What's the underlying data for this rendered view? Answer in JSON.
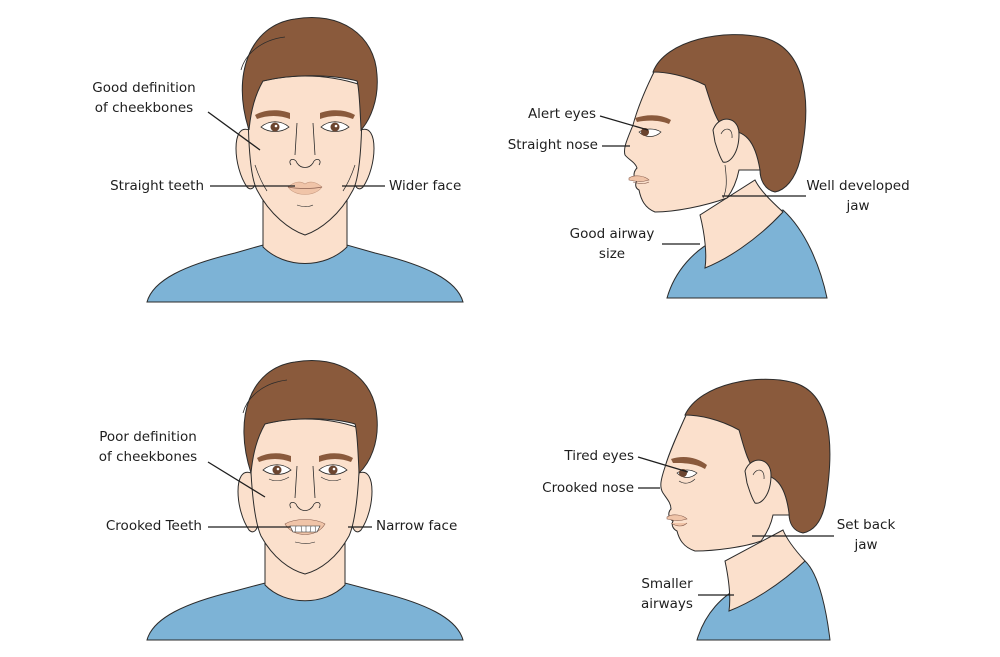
{
  "colors": {
    "skin": "#fbe0cc",
    "skin_shadow": "#f2cfb6",
    "hair": "#8a5a3c",
    "shirt": "#7db3d6",
    "lips": "#f0c4a8",
    "outline": "#2b2b2b",
    "leader": "#1e1e1e",
    "text": "#1e1e1e",
    "background": "#ffffff"
  },
  "panels": {
    "front_good": {
      "labels": {
        "cheekbones": [
          "Good definition",
          "of cheekbones"
        ],
        "teeth": "Straight teeth",
        "face": "Wider face"
      }
    },
    "profile_good": {
      "labels": {
        "eyes": "Alert eyes",
        "nose": "Straight nose",
        "jaw": [
          "Well developed",
          "jaw"
        ],
        "airway": [
          "Good airway",
          "size"
        ]
      }
    },
    "front_poor": {
      "labels": {
        "cheekbones": [
          "Poor definition",
          "of cheekbones"
        ],
        "teeth": "Crooked Teeth",
        "face": "Narrow face"
      }
    },
    "profile_poor": {
      "labels": {
        "eyes": "Tired eyes",
        "nose": "Crooked nose",
        "jaw": [
          "Set back",
          "jaw"
        ],
        "airway": [
          "Smaller",
          "airways"
        ]
      }
    }
  }
}
